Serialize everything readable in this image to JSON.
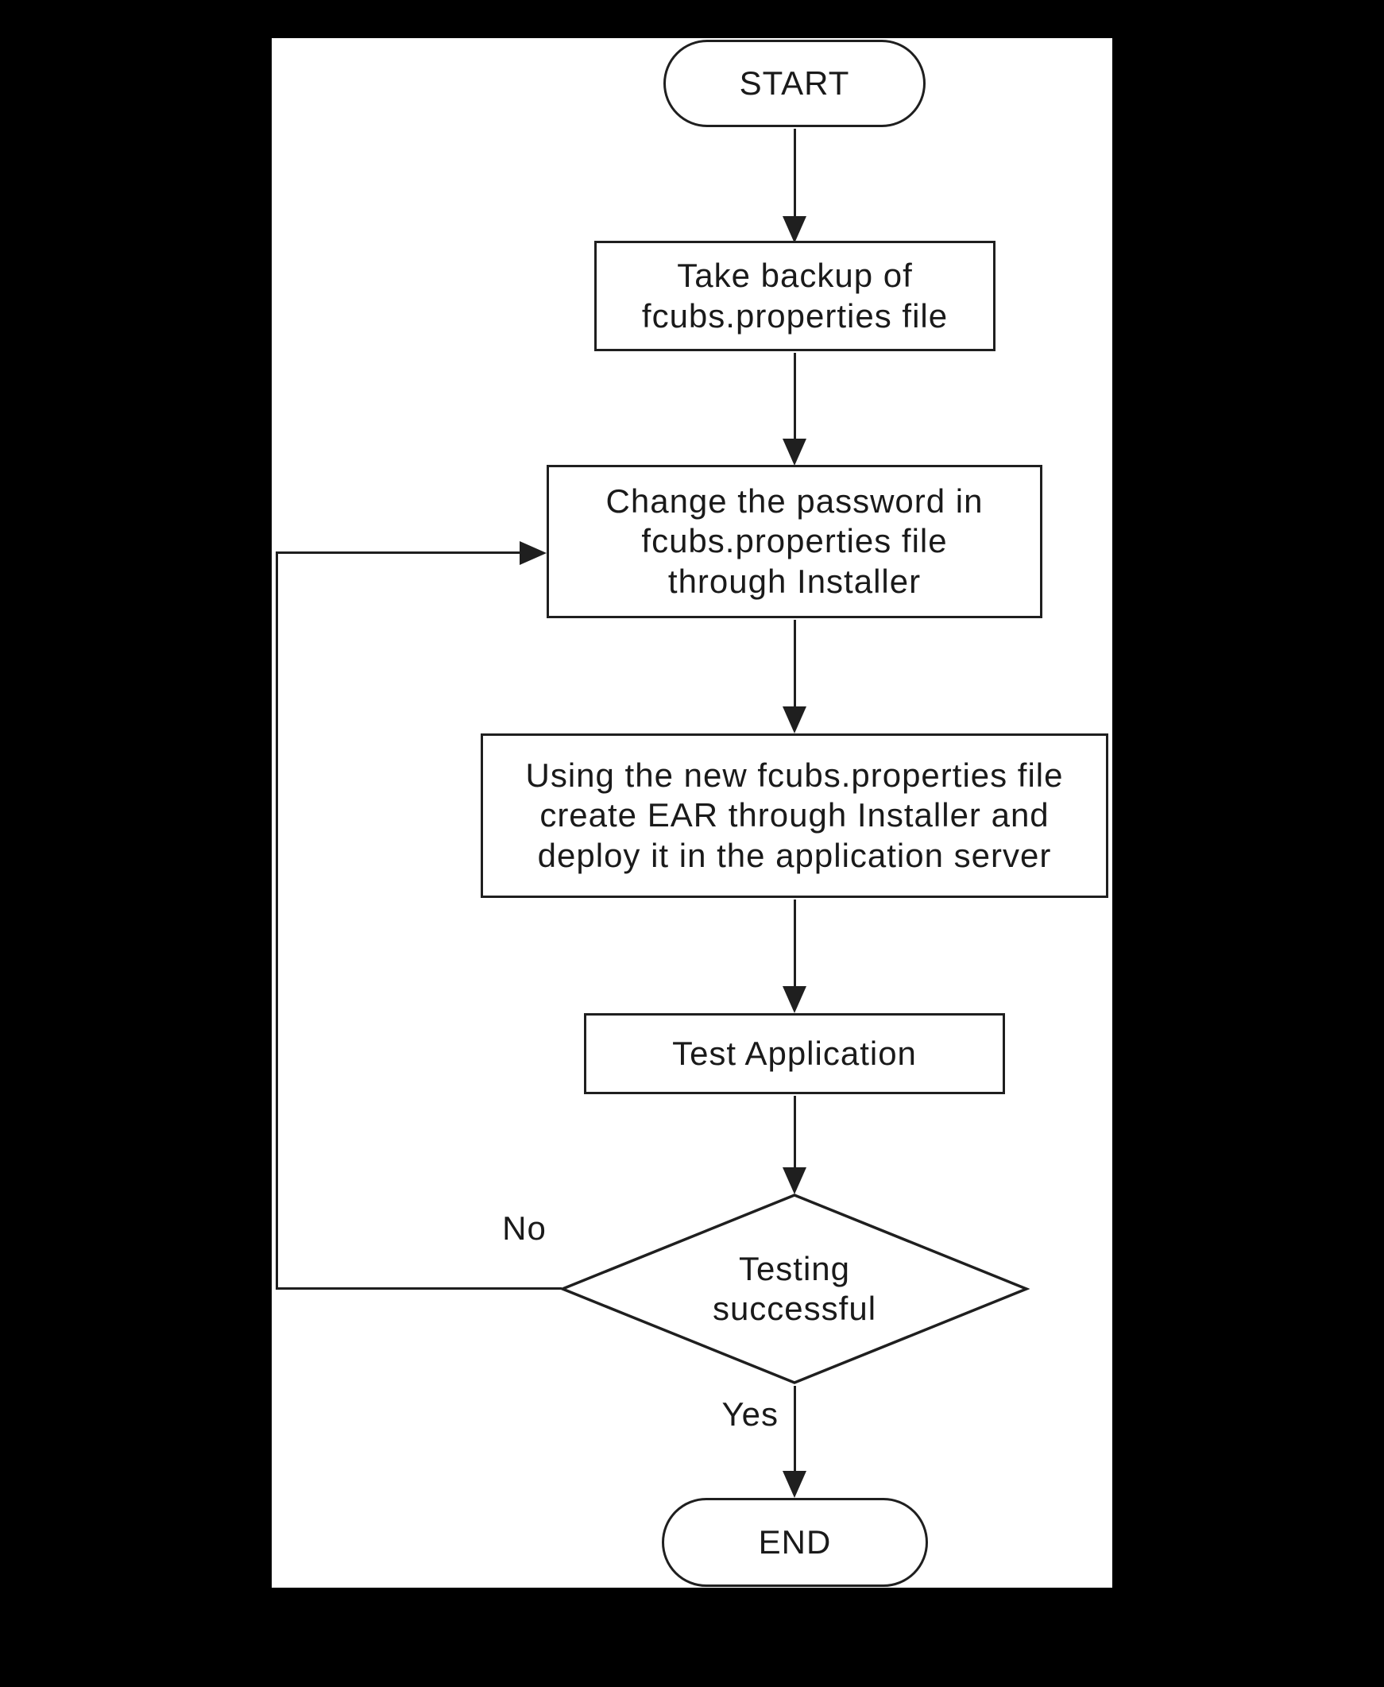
{
  "diagram": {
    "type": "flowchart",
    "background_color": "#000000",
    "canvas_color": "#ffffff",
    "line_color": "#1f1f1f",
    "text_color": "#1a1a1a",
    "nodes": [
      {
        "id": "start",
        "shape": "terminator",
        "label": "START",
        "lines": [
          "START"
        ]
      },
      {
        "id": "take-backup",
        "shape": "process",
        "label": "Take backup of fcubs.properties file",
        "lines": [
          "Take backup of",
          "fcubs.properties file"
        ]
      },
      {
        "id": "change-password",
        "shape": "process",
        "label": "Change the password in fcubs.properties file through Installer",
        "lines": [
          "Change the password in",
          "fcubs.properties file",
          "through Installer"
        ]
      },
      {
        "id": "create-ear",
        "shape": "process",
        "label": "Using the new fcubs.properties file create EAR through Installer and deploy it in the application server",
        "lines": [
          "Using the new fcubs.properties file",
          "create EAR through Installer and",
          "deploy it in the application server"
        ]
      },
      {
        "id": "test-application",
        "shape": "process",
        "label": "Test Application",
        "lines": [
          "Test Application"
        ]
      },
      {
        "id": "testing-successful",
        "shape": "decision",
        "label": "Testing successful",
        "lines": [
          "Testing",
          "successful"
        ]
      },
      {
        "id": "end",
        "shape": "terminator",
        "label": "END",
        "lines": [
          "END"
        ]
      }
    ],
    "edges": [
      {
        "from": "start",
        "to": "take-backup"
      },
      {
        "from": "take-backup",
        "to": "change-password"
      },
      {
        "from": "change-password",
        "to": "create-ear"
      },
      {
        "from": "create-ear",
        "to": "test-application"
      },
      {
        "from": "test-application",
        "to": "testing-successful"
      },
      {
        "from": "testing-successful",
        "to": "end",
        "label": "Yes"
      },
      {
        "from": "testing-successful",
        "to": "change-password",
        "label": "No"
      }
    ]
  }
}
